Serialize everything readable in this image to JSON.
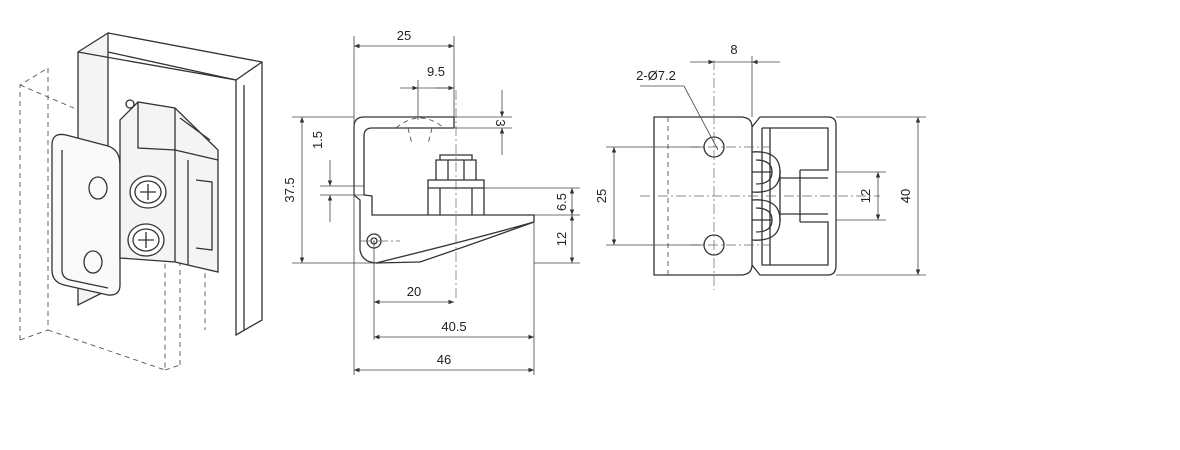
{
  "drawing": {
    "side_view": {
      "dims": {
        "top_width": "25",
        "hole_offset": "9.5",
        "top_thickness": "3",
        "flange_gap": "1.5",
        "height": "37.5",
        "step": "6.5",
        "bottom": "12",
        "hole_x": "20",
        "inner_length": "40.5",
        "overall_length": "46"
      }
    },
    "front_view": {
      "dims": {
        "holes": "2-Ø7.2",
        "hole_edge": "8",
        "hole_spacing": "25",
        "height": "40",
        "clamp": "12"
      }
    },
    "colors": {
      "line": "#333333",
      "background": "#ffffff"
    }
  }
}
